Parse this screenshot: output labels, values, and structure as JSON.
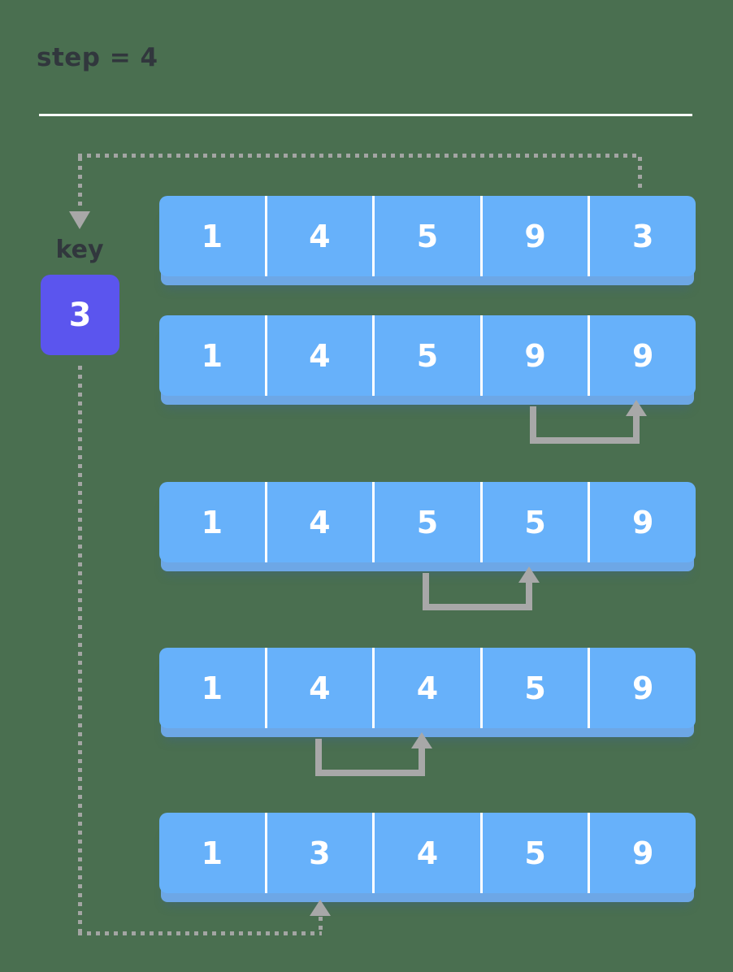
{
  "title": "step = 4",
  "key": {
    "label": "key",
    "value": "3"
  },
  "arrays": {
    "rows": [
      {
        "values": [
          "1",
          "4",
          "5",
          "9",
          "3"
        ]
      },
      {
        "values": [
          "1",
          "4",
          "5",
          "9",
          "9"
        ],
        "swap": {
          "from_index": 3,
          "to_index": 4
        }
      },
      {
        "values": [
          "1",
          "4",
          "5",
          "5",
          "9"
        ],
        "swap": {
          "from_index": 2,
          "to_index": 3
        }
      },
      {
        "values": [
          "1",
          "4",
          "4",
          "5",
          "9"
        ],
        "swap": {
          "from_index": 1,
          "to_index": 2
        }
      },
      {
        "values": [
          "1",
          "3",
          "4",
          "5",
          "9"
        ],
        "insert_index": 1
      }
    ]
  },
  "colors": {
    "background": "#4a6f50",
    "array_cell_blue": "#67b1fa",
    "array_shadow_blue": "#6da7e6",
    "key_box_purple": "#5b55ee",
    "arrow_gray": "#a8a8a8",
    "dotted_gray": "#a3a5a3",
    "heading_text": "#31373d",
    "cell_text": "#ffffff",
    "divider_white": "#ffffff"
  }
}
